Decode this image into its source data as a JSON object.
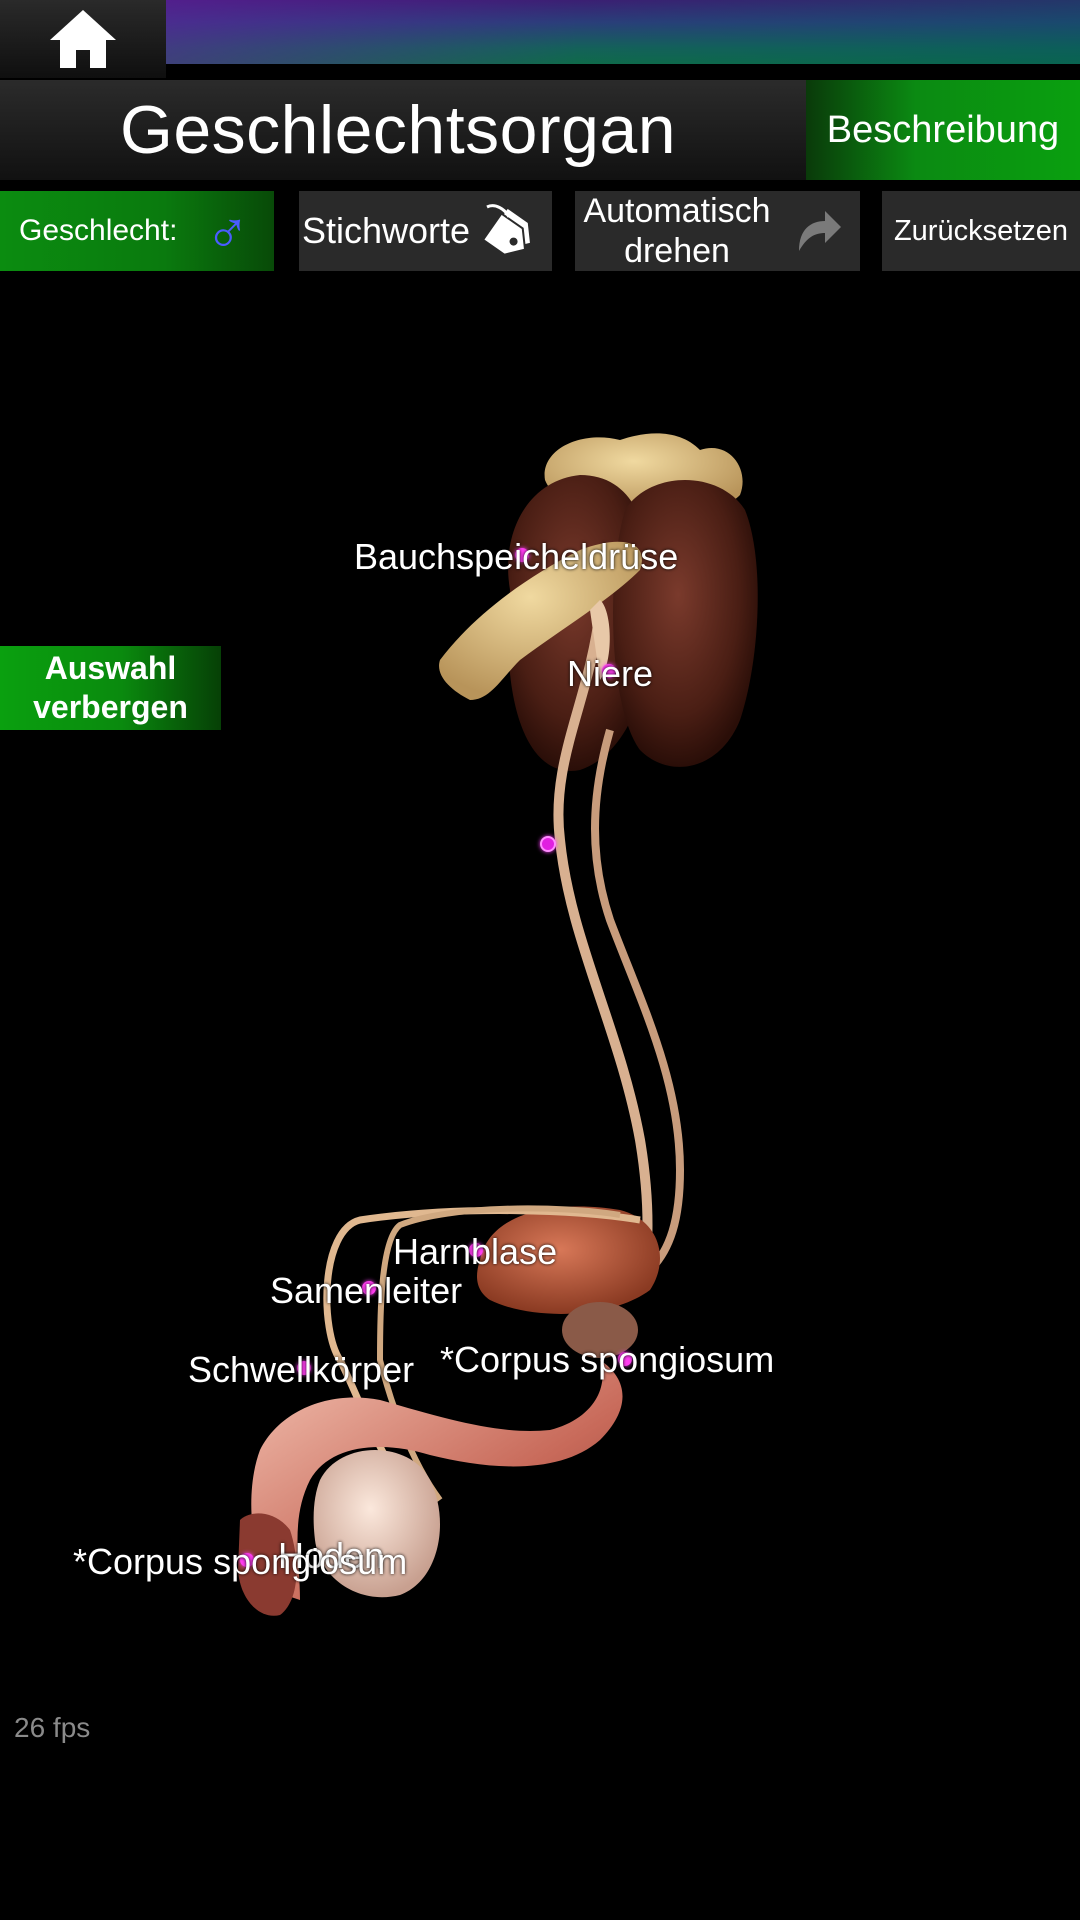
{
  "header": {
    "home_icon": "home-icon",
    "title": "Geschlechtsorgan",
    "description_button": "Beschreibung"
  },
  "toolbar": {
    "sex_label": "Geschlecht:",
    "sex_symbol": "♂",
    "sex_icon": "male-symbol-icon",
    "tags_label": "Stichworte",
    "tags_icon": "tag-icon",
    "autorotate_label": "Automatisch drehen",
    "autorotate_icon": "rotate-arrow-icon",
    "reset_label": "Zurücksetzen"
  },
  "side": {
    "hide_selection_label": "Auswahl verbergen"
  },
  "labels": {
    "pancreas": "Bauchspeicheldrüse",
    "kidney": "Niere",
    "bladder": "Harnblase",
    "vas_deferens": "Samenleiter",
    "corpus_cavernosum": "Schwellkörper",
    "corpus_spongiosum_1": "*Corpus spongiosum",
    "testis": "Hoden",
    "corpus_spongiosum_2": "*Corpus spongiosum"
  },
  "status": {
    "fps": "26 fps"
  },
  "colors": {
    "accent_green": "#0aa00f",
    "marker_magenta": "#ff3df0",
    "male_symbol_blue": "#4a5cff"
  }
}
